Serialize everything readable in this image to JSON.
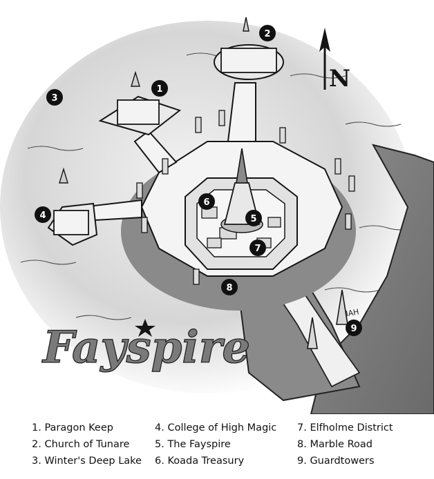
{
  "map": {
    "title": "Fayspire",
    "compass_label": "N",
    "markers": [
      {
        "number": "1"
      },
      {
        "number": "2"
      },
      {
        "number": "3"
      },
      {
        "number": "4"
      },
      {
        "number": "5"
      },
      {
        "number": "6"
      },
      {
        "number": "7"
      },
      {
        "number": "8"
      },
      {
        "number": "9"
      }
    ],
    "signature": "IAH"
  },
  "legend": {
    "columns": [
      [
        "1. Paragon Keep",
        "2. Church of Tunare",
        "3. Winter's Deep Lake"
      ],
      [
        "4. College of High Magic",
        "5. The Fayspire",
        "6. Koada Treasury"
      ],
      [
        "7. Elfholme District",
        "8. Marble Road",
        "9. Guardtowers"
      ]
    ]
  },
  "colors": {
    "background": "#ffffff",
    "water": "#e9e9e9",
    "shadow": "#9a9a9a",
    "stone": "#f4f4f4",
    "ink": "#151515",
    "marker": "#111111"
  }
}
